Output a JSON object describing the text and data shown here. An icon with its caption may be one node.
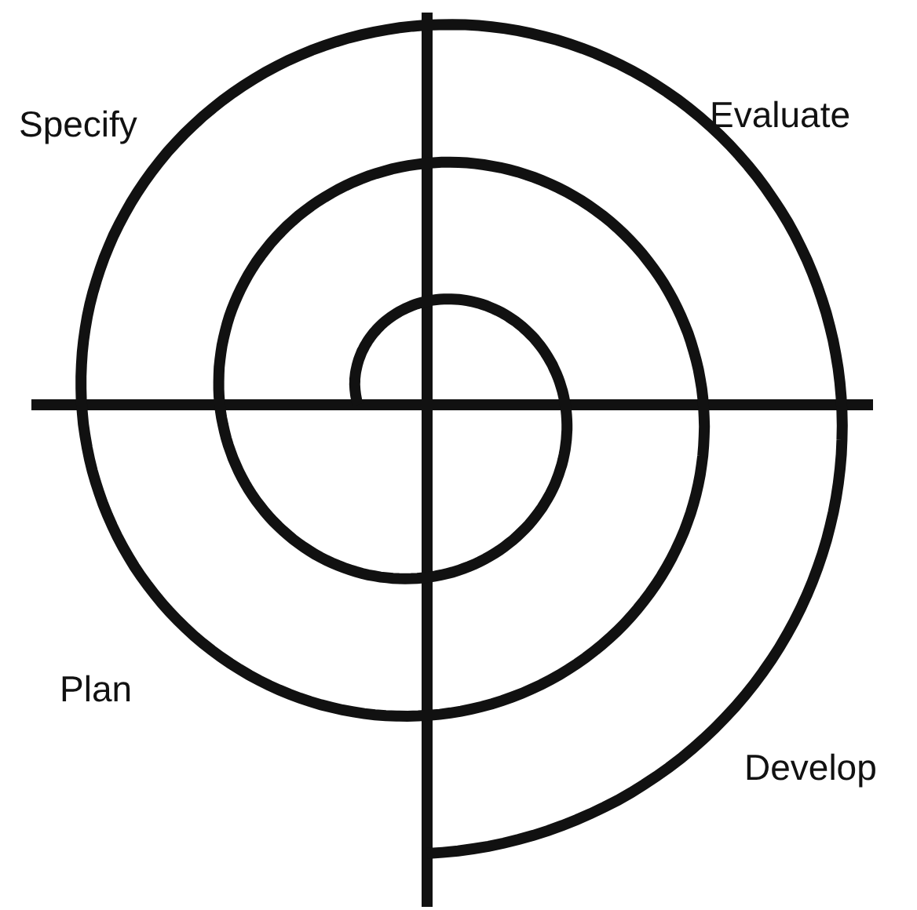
{
  "diagram": {
    "labels": [
      "Specify",
      "Evaluate",
      "Plan",
      "Develop"
    ]
  }
}
